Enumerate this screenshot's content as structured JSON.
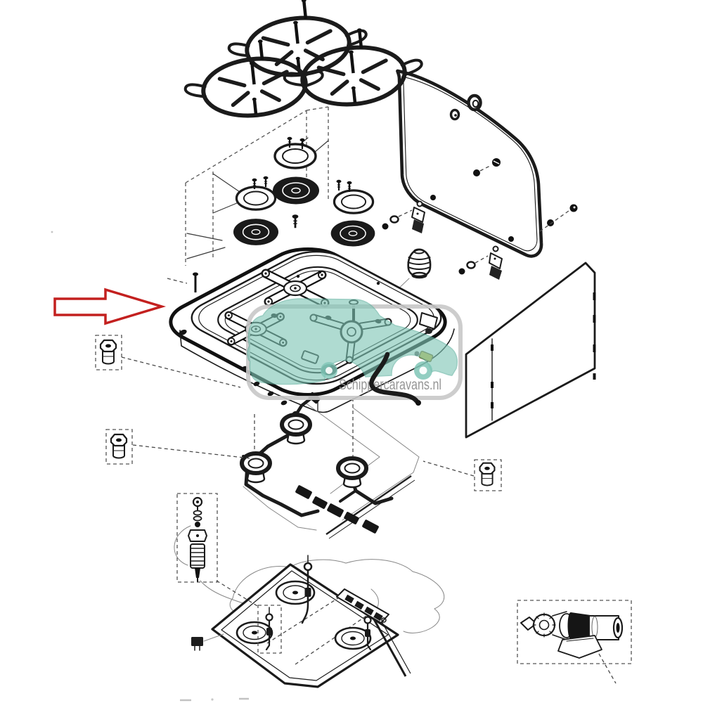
{
  "watermark": {
    "text": "Schippercaravans.nl",
    "brand_color": "#7fc6b6",
    "frame_color": "#c8c8c8",
    "text_color": "#8d8d8d"
  },
  "annotation": {
    "type": "red-outline-arrow",
    "color": "#c3201f",
    "points_to": "hob-seal"
  },
  "diagram": {
    "type": "exploded-parts-diagram",
    "subject": "3-burner gas hob / cooktop with glass lid (caravan stove)",
    "ink_color": "#1b1b1b",
    "piezo_color": "#c9b944",
    "parts": [
      "pan-support-grate x3",
      "glass-lid",
      "lid-grommet x2",
      "lid-hinge x2",
      "hinge-screws-washers",
      "burner-cap x3",
      "burner-ring x3",
      "hob-tub",
      "hob-seal (highlighted by arrow)",
      "burner-mount-cross x2",
      "three-arm-burner-bracket",
      "piezo-igniter",
      "rubber-buffer-foot",
      "flexible-gas-hose",
      "rear-panel",
      "injector-jet x3",
      "burner-venturi x3",
      "gas-manifold-pipework",
      "pipe-fittings",
      "electrode-assembly",
      "base-pan",
      "burner-opening x3",
      "spark-electrode x3",
      "switch-strip",
      "cable-connector",
      "gas-valve"
    ]
  }
}
